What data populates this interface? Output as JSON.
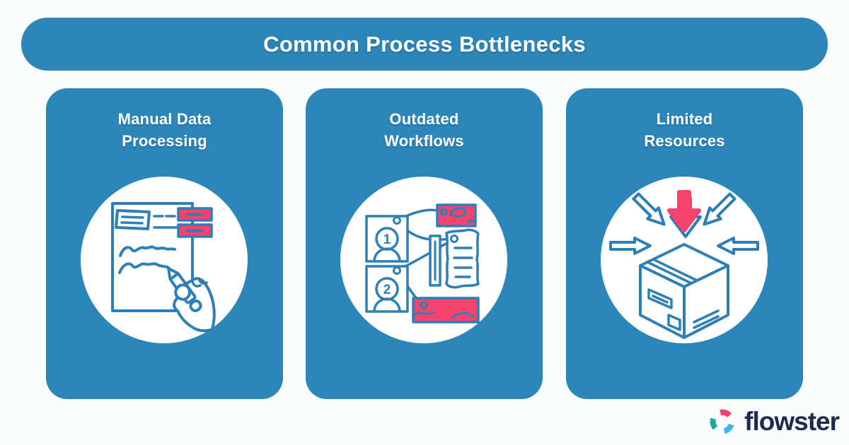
{
  "page": {
    "background_color": "#f9fdfe"
  },
  "header": {
    "title": "Common Process Bottlenecks"
  },
  "cards": [
    {
      "title_line1": "Manual Data",
      "title_line2": "Processing",
      "icon": "manual-data-processing-icon"
    },
    {
      "title_line1": "Outdated",
      "title_line2": "Workflows",
      "icon": "outdated-workflows-icon"
    },
    {
      "title_line1": "Limited",
      "title_line2": "Resources",
      "icon": "limited-resources-icon"
    }
  ],
  "footer": {
    "brand_name": "flowster"
  },
  "colors": {
    "card_blue": "#2c86b8",
    "icon_stroke_blue": "#2d7fb5",
    "accent_pink": "#f5436b",
    "brand_navy": "#1e2b4e",
    "logo_teal": "#1ba9a0",
    "logo_pink": "#ef416a",
    "logo_light_blue": "#3db6e8"
  }
}
